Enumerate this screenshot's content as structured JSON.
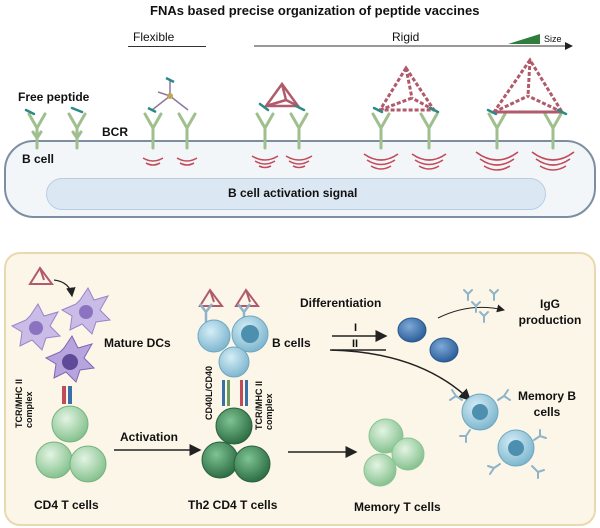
{
  "title": "FNAs based precise organization of peptide vaccines",
  "top": {
    "flexible_label": "Flexible",
    "rigid_label": "Rigid",
    "size_label": "Size",
    "free_peptide_label": "Free peptide",
    "bcr_label": "BCR",
    "b_cell_label": "B cell",
    "signal_label": "B cell activation signal"
  },
  "bottom": {
    "mature_dcs_label": "Mature DCs",
    "tcr_mhc_left": "TCR/MHC II complex",
    "cd4_label": "CD4 T cells",
    "activation_label": "Activation",
    "cd40_label": "CD40L/CD40",
    "tcr_mhc_right": "TCR/MHC II complex",
    "th2_label": "Th2 CD4 T cells",
    "differentiation_label": "Differentiation",
    "b_cells_label": "B cells",
    "route_1": "I",
    "route_2": "II",
    "igg_label": "IgG production",
    "memory_b_label": "Memory B cells",
    "memory_t_label": "Memory T cells"
  },
  "colors": {
    "receptor": "#9fbf8e",
    "peptide": "#2c8a86",
    "dna_frame": "#b05a6b",
    "signal_arc": "#c24b5a",
    "dc": "#9a84c9",
    "t_cell": "#8fc99a",
    "th2_cell": "#3f8c56",
    "b_cell_blue": "#3b6fa8",
    "memory_b": "#87c1d8"
  }
}
